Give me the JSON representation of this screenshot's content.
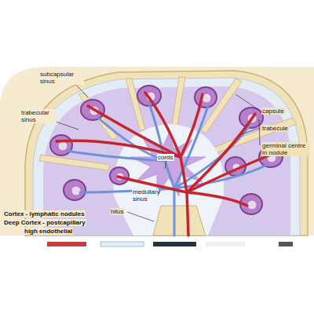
{
  "diagram": {
    "labels": [
      "subcapsular sinus",
      "trabecular sinus",
      "capsule",
      "trabecule",
      "germinal centre in nodule",
      "cords",
      "medullary sinus",
      "hilus",
      "Cortex - lymphatic nodules",
      "Deep Cortex - postcapillary",
      "high endothelial"
    ]
  }
}
